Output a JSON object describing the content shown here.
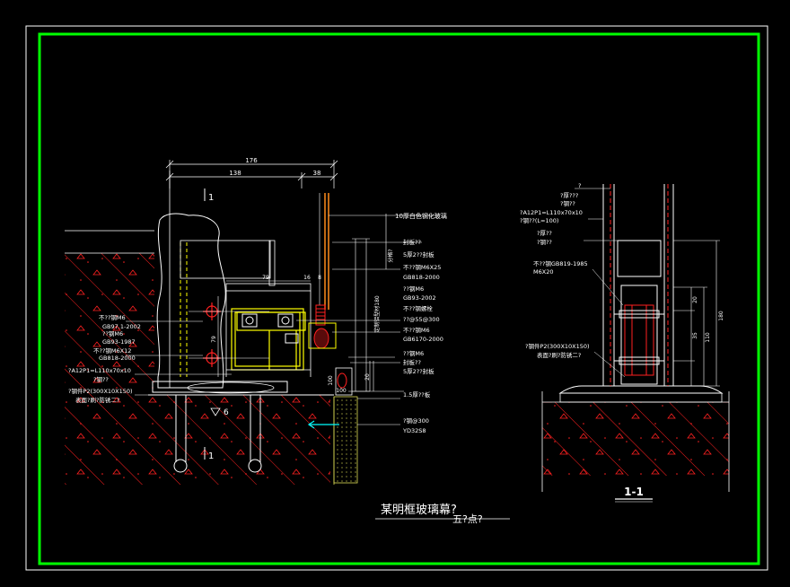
{
  "colors": {
    "background": "#000000",
    "outer_frame": "#ffffff",
    "inner_frame": "#00ff00",
    "dimension": "#ffffff",
    "annotation": "#ffffff",
    "steel": "#ffff00",
    "hatch": "#ff0000",
    "glass": "#ff8c1a",
    "anchor_bolt": "#ff0000",
    "arrow": "#00ffff"
  },
  "drawing_title": "某明框玻璃幕?",
  "drawing_title_suffix": "五?点?",
  "left_detail": {
    "dims_top": [
      "176",
      "138",
      "38"
    ],
    "section_mark_top": "1",
    "section_mark_bottom": "1",
    "dim_small": [
      "79",
      "16",
      "8"
    ],
    "dim_vertical_left": [
      "79"
    ],
    "dim_vertical_bottom": [
      "100",
      "20",
      "100"
    ],
    "glass_label": "10厚白色钢化玻璃",
    "right_labels": [
      "封板??",
      "5厚2??封板",
      "不??钢M6X25",
      "GB818-2000",
      "??钢M6",
      "GB93-2002",
      "不??钢螺栓",
      "??@55@300",
      "不??钢M6",
      "GB6170-2000",
      "??钢M6",
      "封板??",
      "5厚2??封板"
    ],
    "vertical_text_a": "分格?",
    "vertical_text_b": "定制铝型材180",
    "left_labels": [
      "不??钢M6",
      "GB97.1-2002",
      "??钢M6",
      "GB93-1987",
      "不??钢M6X12",
      "GB818-2000"
    ],
    "angle_label": "?A12P1=L110x70x10",
    "angle_label_2": "?钢??",
    "plate_label": "?钢件P2(300X10X150)",
    "plate_label_2": "表面?刷?防锈二?",
    "floor_label": "1.5厚??板",
    "bottom_label_1": "?钢@300",
    "bottom_label_2": "YD32S8",
    "weld_mark": "6"
  },
  "section_1_1": {
    "title": "1-1",
    "top_mark": "?",
    "labels": [
      "?A12P1=L110x70x10",
      "?钢??(L=100)",
      "?厚???",
      "?钢??",
      "?厚??",
      "?钢??",
      "不??钢GB819-1985",
      "M6X20",
      "?钢件P2(300X10X150)",
      "表面?刷?防锈二?"
    ],
    "dims_vertical": [
      "20",
      "35",
      "110",
      "180"
    ]
  }
}
